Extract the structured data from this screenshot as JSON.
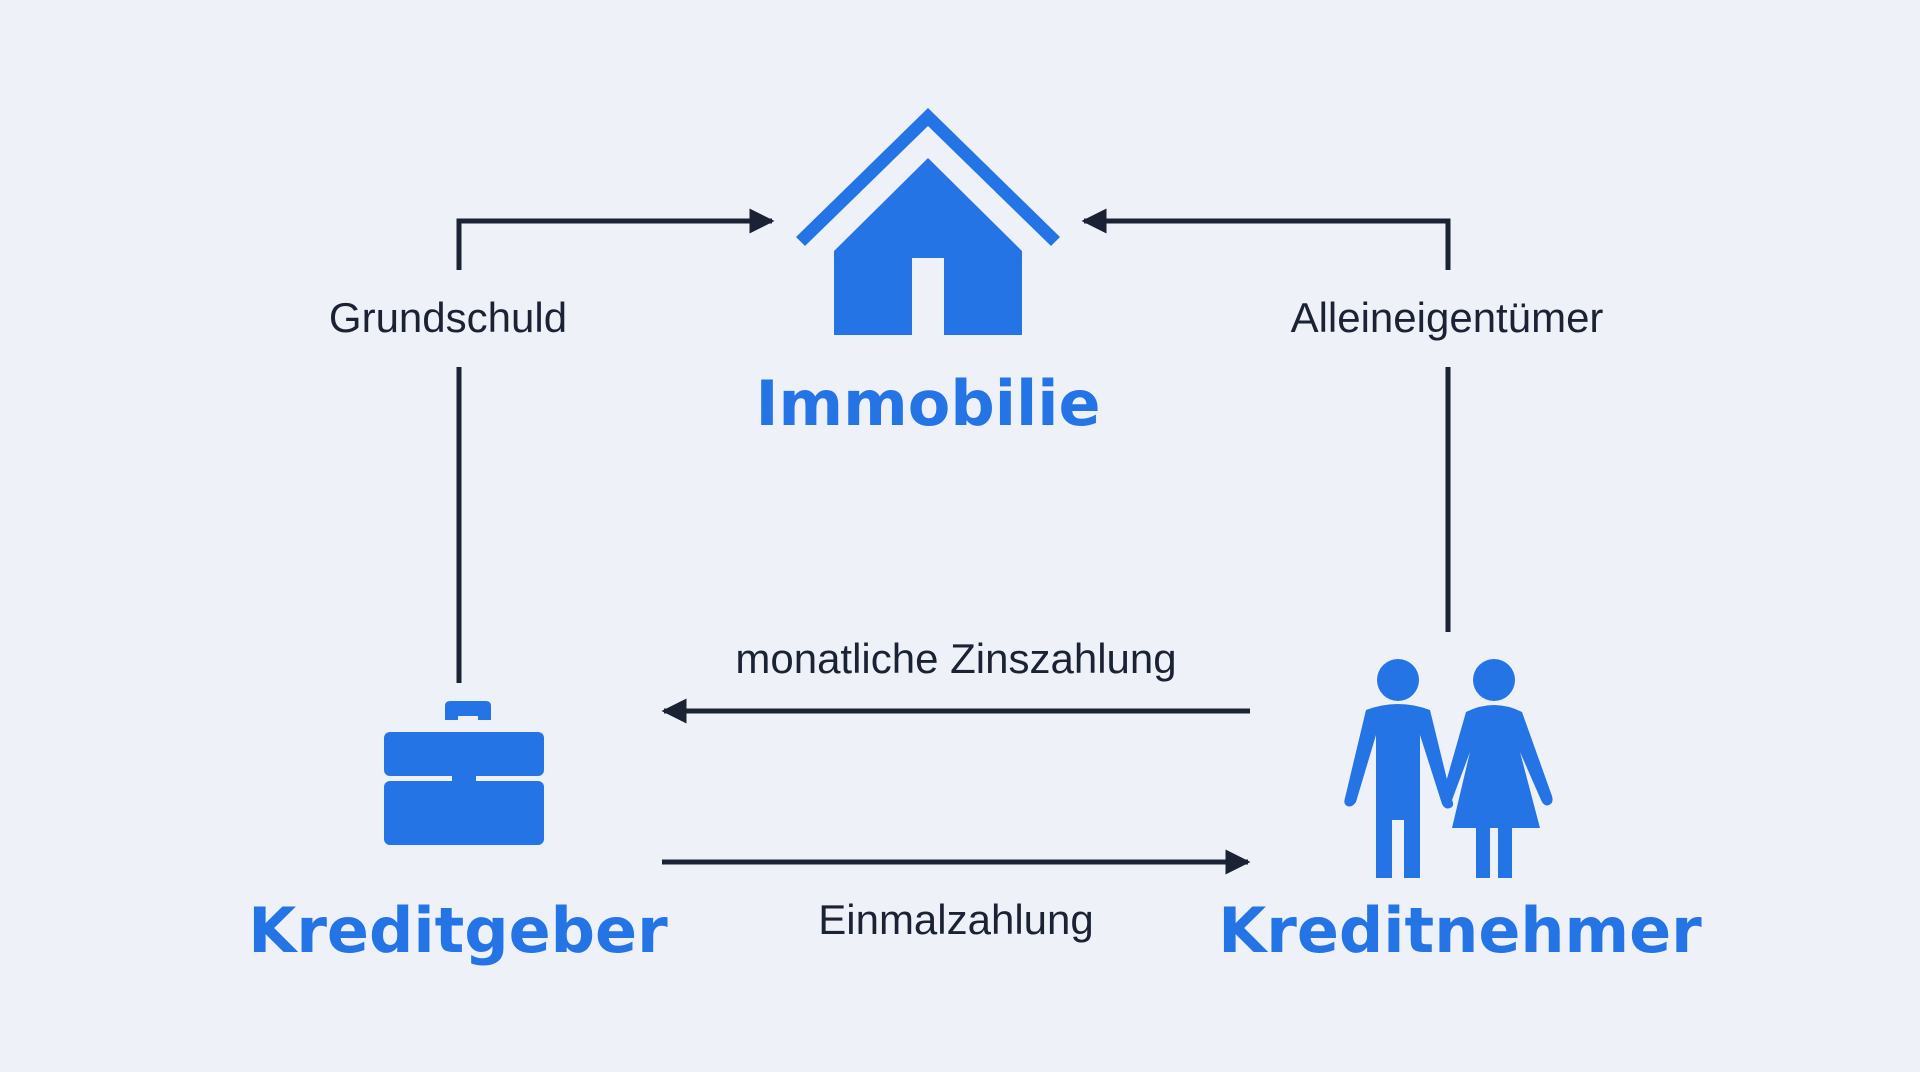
{
  "colors": {
    "accent": "#2474e5",
    "line": "#1b2233",
    "text": "#1b2233",
    "background": "#eef2f8"
  },
  "nodes": {
    "property": {
      "label": "Immobilie",
      "icon": "house-icon"
    },
    "lender": {
      "label": "Kreditgeber",
      "icon": "briefcase-icon"
    },
    "borrower": {
      "label": "Kreditnehmer",
      "icon": "couple-icon"
    }
  },
  "edges": {
    "land_charge": {
      "label": "Grundschuld",
      "from": "lender",
      "to": "property"
    },
    "sole_owner": {
      "label": "Alleineigentümer",
      "from": "borrower",
      "to": "property"
    },
    "monthly_interest": {
      "label": "monatliche Zinszahlung",
      "from": "borrower",
      "to": "lender"
    },
    "lump_sum": {
      "label": "Einmalzahlung",
      "from": "lender",
      "to": "borrower"
    }
  }
}
